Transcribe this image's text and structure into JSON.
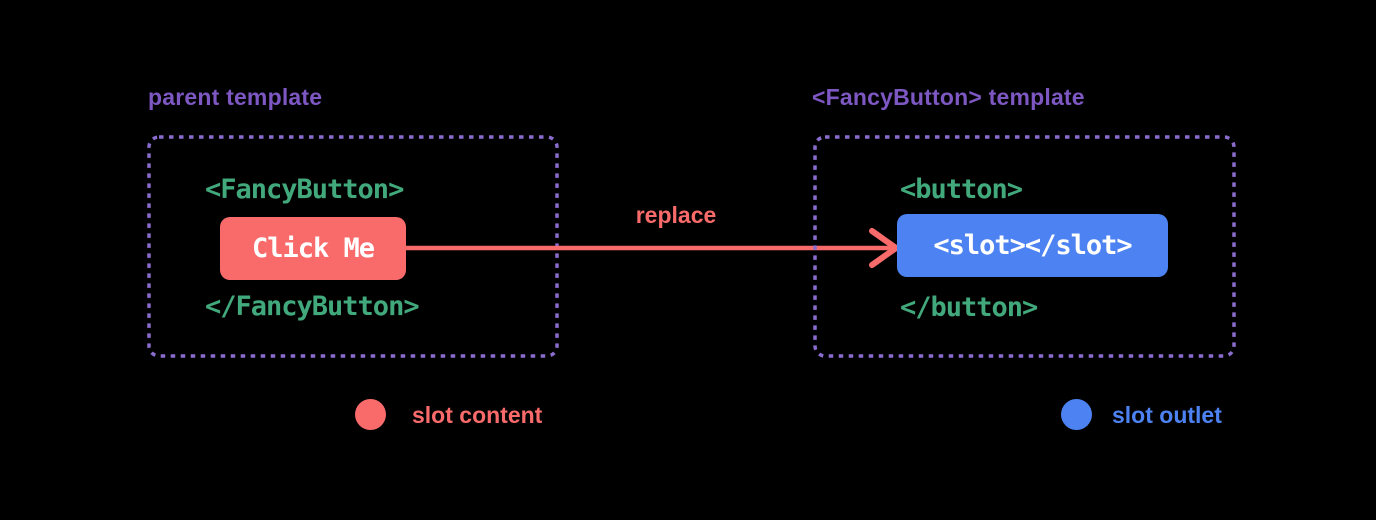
{
  "colors": {
    "bg": "#000000",
    "purple": "#7d57c2",
    "purple-border": "#8a6cce",
    "green": "#41a97c",
    "red": "#f96b6b",
    "blue": "#4d82f2",
    "white": "#ffffff"
  },
  "parent_panel": {
    "label": "parent template",
    "open_tag": "<FancyButton>",
    "slot_content": "Click Me",
    "close_tag": "</FancyButton>"
  },
  "arrow": {
    "label": "replace"
  },
  "fancy_button_panel": {
    "label": "<FancyButton> template",
    "open_tag": "<button>",
    "slot_outlet": "<slot></slot>",
    "close_tag": "</button>"
  },
  "legend": {
    "slot_content": {
      "label": "slot content",
      "color": "#f96b6b"
    },
    "slot_outlet": {
      "label": "slot outlet",
      "color": "#4d82f2"
    }
  }
}
